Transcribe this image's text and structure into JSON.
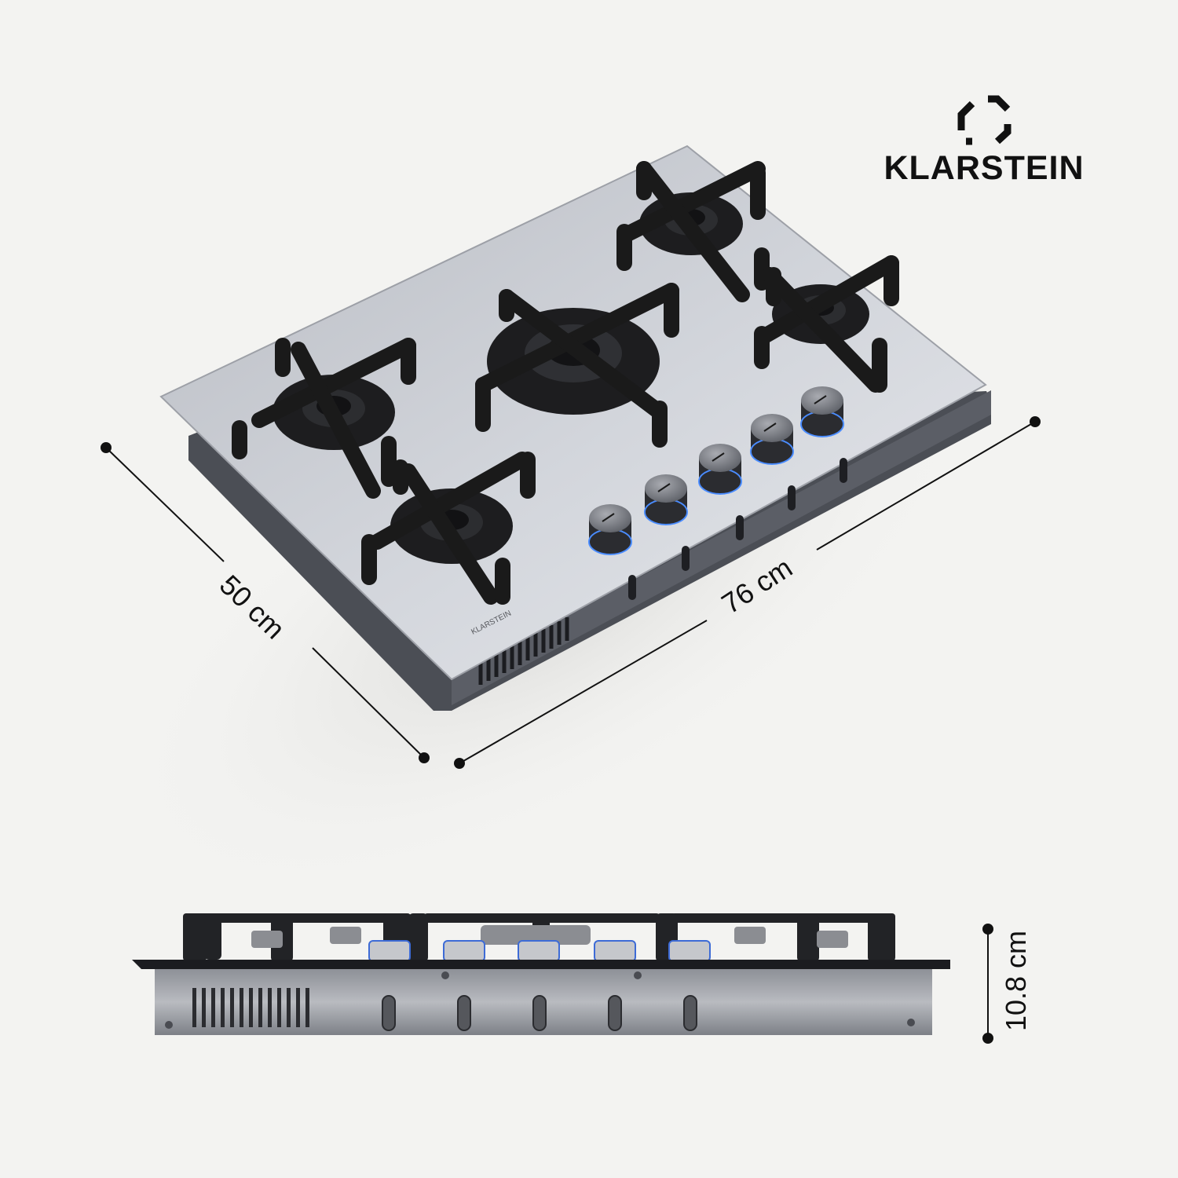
{
  "brand": {
    "name": "KLARSTEIN",
    "logo_icon": "klarstein-octagon-logo-icon",
    "print_on_glass": "KLARSTEIN"
  },
  "dimensions": {
    "width": "76 cm",
    "depth": "50 cm",
    "height": "10.8 cm"
  },
  "product": {
    "burners": 5,
    "knobs": 5,
    "glass_color": "#c9ccd2",
    "grate_color": "#1c1c1c",
    "frame_color": "#4b4e55",
    "knob_ring_color": "#4a8cff"
  }
}
